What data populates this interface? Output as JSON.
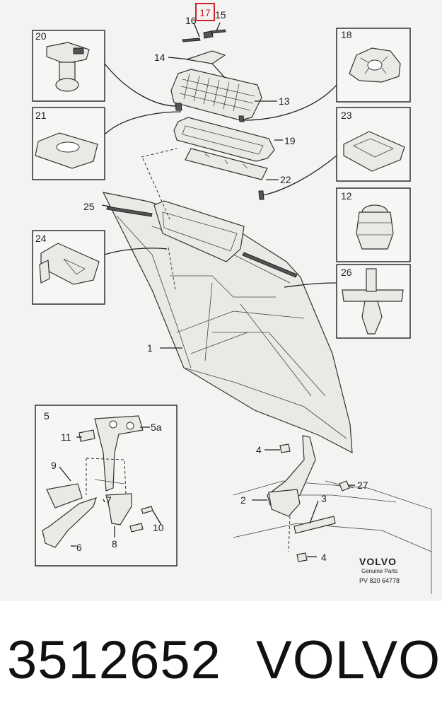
{
  "diagram": {
    "callouts": [
      "17",
      "16",
      "15",
      "20",
      "18",
      "14",
      "13",
      "21",
      "23",
      "19",
      "22",
      "25",
      "12",
      "24",
      "26",
      "1",
      "5",
      "5a",
      "11",
      "9",
      "7",
      "10",
      "6",
      "8",
      "4",
      "27",
      "2",
      "3",
      "4"
    ],
    "highlighted_callout": "17",
    "highlight_color": "#d0202a",
    "logo": {
      "brand": "VOLVO",
      "tagline": "Genuine Parts",
      "code": "PV 820 64778"
    }
  },
  "footer": {
    "part_number": "3512652",
    "brand": "VOLVO"
  }
}
